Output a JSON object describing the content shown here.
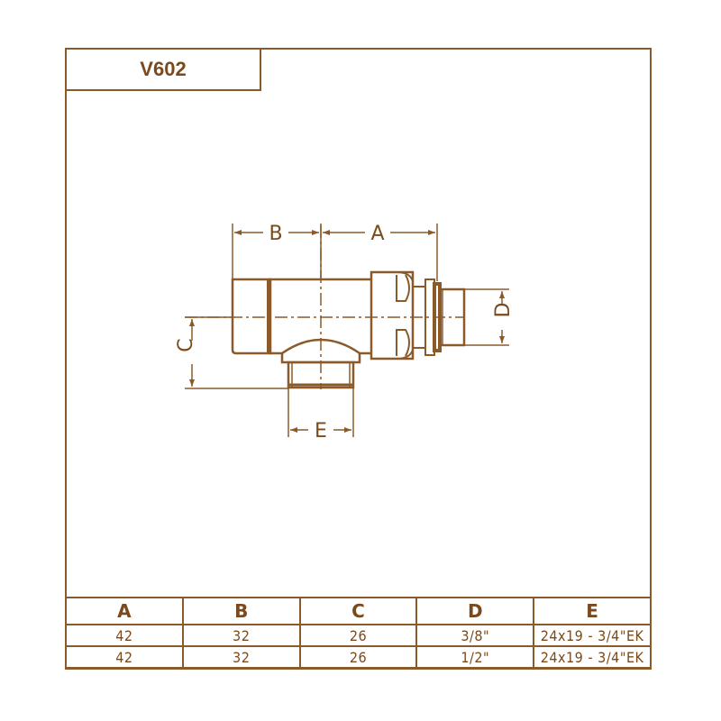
{
  "title": "V602",
  "colors": {
    "line": "#8b5a2b",
    "text": "#7a4a1c",
    "background": "#ffffff"
  },
  "drawing": {
    "dimension_labels": {
      "A": "A",
      "B": "B",
      "C": "C",
      "D": "D",
      "E": "E"
    }
  },
  "table": {
    "headers": [
      "A",
      "B",
      "C",
      "D",
      "E"
    ],
    "rows": [
      [
        "42",
        "32",
        "26",
        "3/8\"",
        "24x19 - 3/4\"EK"
      ],
      [
        "42",
        "32",
        "26",
        "1/2\"",
        "24x19 - 3/4\"EK"
      ]
    ]
  }
}
